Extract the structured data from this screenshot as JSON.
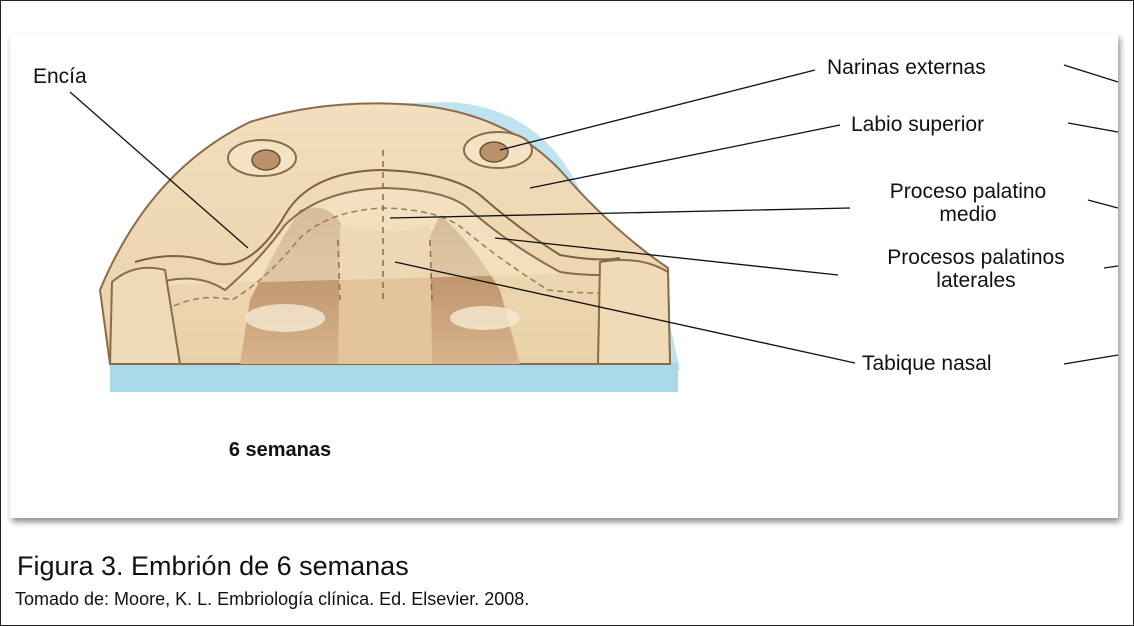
{
  "diagram": {
    "labels": {
      "encia": "Encía",
      "narinas_externas": "Narinas externas",
      "labio_superior": "Labio superior",
      "proceso_palatino_line1": "Proceso palatino",
      "proceso_palatino_line2": "medio",
      "procesos_palatinos_line1": "Procesos palatinos",
      "procesos_palatinos_line2": "laterales",
      "tabique_nasal": "Tabique nasal"
    },
    "stage_label": "6 semanas"
  },
  "caption": {
    "title": "Figura 3. Embrión de 6 semanas",
    "source": "Tomado de: Moore, K. L. Embriología clínica. Ed. Elsevier. 2008."
  }
}
